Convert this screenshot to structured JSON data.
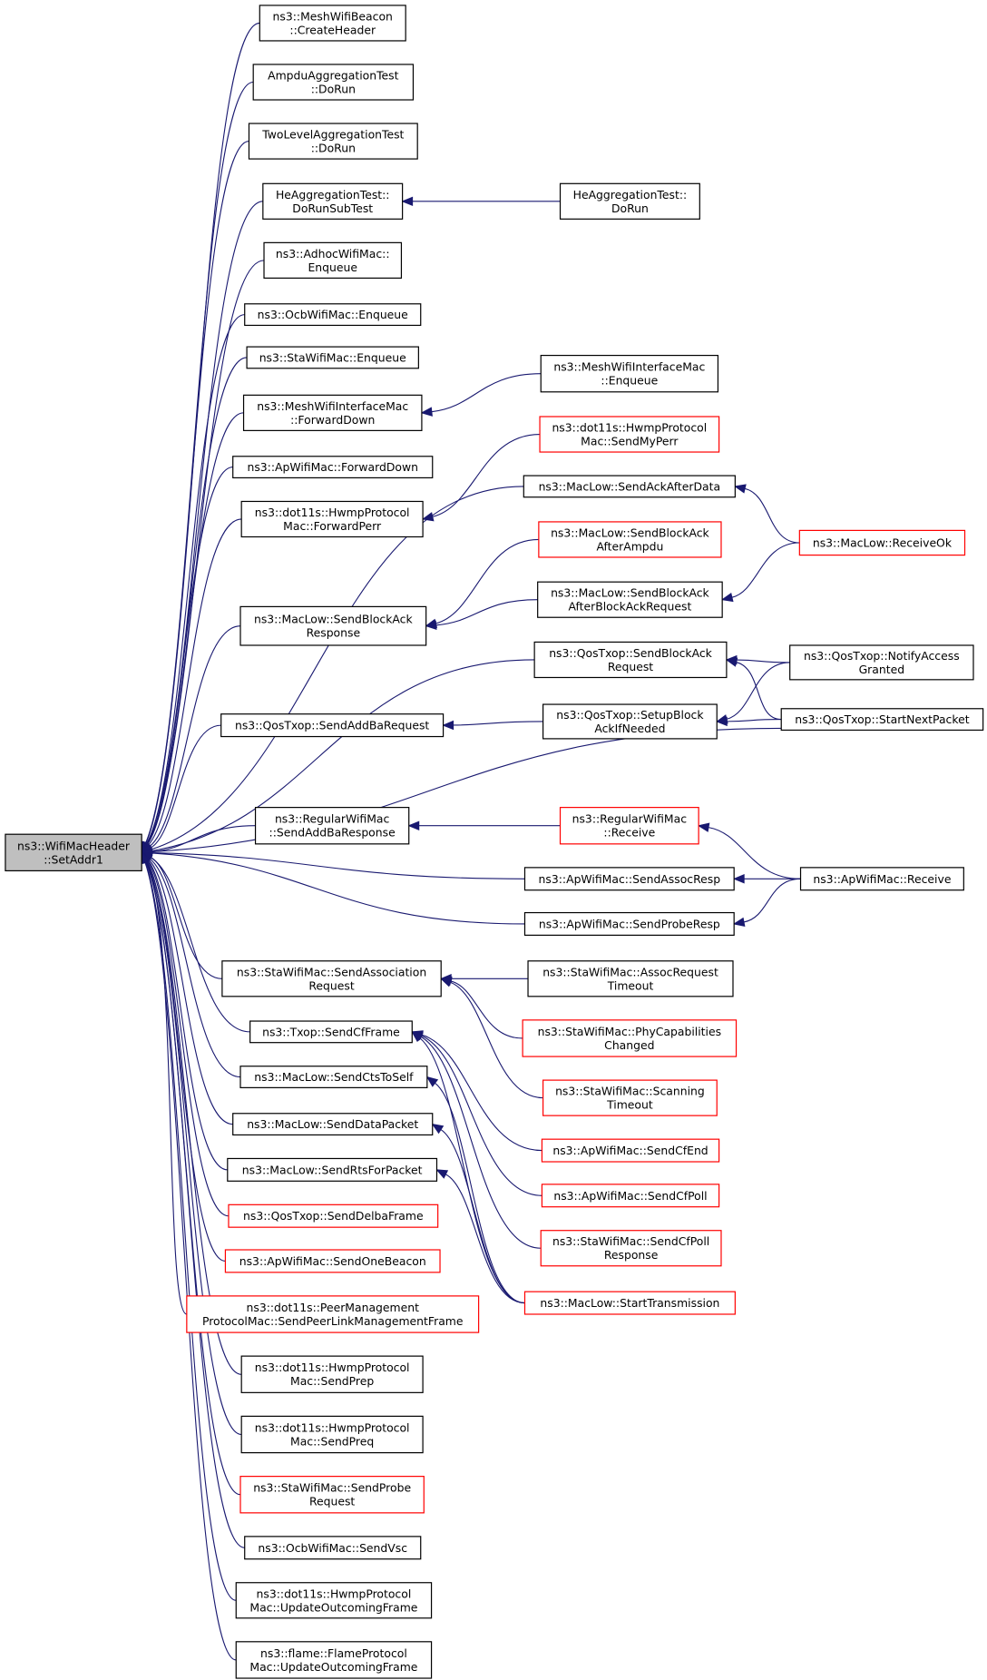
{
  "diagram": {
    "root": {
      "label": [
        "ns3::WifiMacHeader",
        "::SetAddr1"
      ]
    },
    "nodes": [
      {
        "id": "mwb_create",
        "label": [
          "ns3::MeshWifiBeacon",
          "::CreateHeader"
        ],
        "border": "black"
      },
      {
        "id": "ampdu_dorun",
        "label": [
          "AmpduAggregationTest",
          "::DoRun"
        ],
        "border": "black"
      },
      {
        "id": "twolevel_dorun",
        "label": [
          "TwoLevelAggregationTest",
          "::DoRun"
        ],
        "border": "black"
      },
      {
        "id": "he_subtest",
        "label": [
          "HeAggregationTest::",
          "DoRunSubTest"
        ],
        "border": "black"
      },
      {
        "id": "he_dorun",
        "label": [
          "HeAggregationTest::",
          "DoRun"
        ],
        "border": "black"
      },
      {
        "id": "adhoc_enqueue",
        "label": [
          "ns3::AdhocWifiMac::",
          "Enqueue"
        ],
        "border": "black"
      },
      {
        "id": "ocb_enqueue",
        "label": [
          "ns3::OcbWifiMac::Enqueue"
        ],
        "border": "black"
      },
      {
        "id": "sta_enqueue",
        "label": [
          "ns3::StaWifiMac::Enqueue"
        ],
        "border": "black"
      },
      {
        "id": "meshif_fwddown",
        "label": [
          "ns3::MeshWifiInterfaceMac",
          "::ForwardDown"
        ],
        "border": "black"
      },
      {
        "id": "meshif_enqueue",
        "label": [
          "ns3::MeshWifiInterfaceMac",
          "::Enqueue"
        ],
        "border": "black"
      },
      {
        "id": "ap_fwddown",
        "label": [
          "ns3::ApWifiMac::ForwardDown"
        ],
        "border": "black"
      },
      {
        "id": "hwmp_fwdperr",
        "label": [
          "ns3::dot11s::HwmpProtocol",
          "Mac::ForwardPerr"
        ],
        "border": "black"
      },
      {
        "id": "hwmp_sendmyperr",
        "label": [
          "ns3::dot11s::HwmpProtocol",
          "Mac::SendMyPerr"
        ],
        "border": "red"
      },
      {
        "id": "maclow_sendackafterdata",
        "label": [
          "ns3::MacLow::SendAckAfterData"
        ],
        "border": "black"
      },
      {
        "id": "maclow_receiveok",
        "label": [
          "ns3::MacLow::ReceiveOk"
        ],
        "border": "red"
      },
      {
        "id": "maclow_sendbar_ampdu",
        "label": [
          "ns3::MacLow::SendBlockAck",
          "AfterAmpdu"
        ],
        "border": "red"
      },
      {
        "id": "maclow_sendbaresp",
        "label": [
          "ns3::MacLow::SendBlockAck",
          "Response"
        ],
        "border": "black"
      },
      {
        "id": "maclow_sendba_afterbar",
        "label": [
          "ns3::MacLow::SendBlockAck",
          "AfterBlockAckRequest"
        ],
        "border": "black"
      },
      {
        "id": "qos_sendbar",
        "label": [
          "ns3::QosTxop::SendBlockAck",
          "Request"
        ],
        "border": "black"
      },
      {
        "id": "qos_notifyaccess",
        "label": [
          "ns3::QosTxop::NotifyAccess",
          "Granted"
        ],
        "border": "black"
      },
      {
        "id": "qos_sendaddba",
        "label": [
          "ns3::QosTxop::SendAddBaRequest"
        ],
        "border": "black"
      },
      {
        "id": "qos_setupblockack",
        "label": [
          "ns3::QosTxop::SetupBlock",
          "AckIfNeeded"
        ],
        "border": "black"
      },
      {
        "id": "qos_startnext",
        "label": [
          "ns3::QosTxop::StartNextPacket"
        ],
        "border": "black"
      },
      {
        "id": "reg_sendaddbaresp",
        "label": [
          "ns3::RegularWifiMac",
          "::SendAddBaResponse"
        ],
        "border": "black"
      },
      {
        "id": "reg_receive",
        "label": [
          "ns3::RegularWifiMac",
          "::Receive"
        ],
        "border": "red"
      },
      {
        "id": "ap_sendassocresp",
        "label": [
          "ns3::ApWifiMac::SendAssocResp"
        ],
        "border": "black"
      },
      {
        "id": "ap_receive",
        "label": [
          "ns3::ApWifiMac::Receive"
        ],
        "border": "black"
      },
      {
        "id": "ap_sendproberesp",
        "label": [
          "ns3::ApWifiMac::SendProbeResp"
        ],
        "border": "black"
      },
      {
        "id": "sta_sendassocreq",
        "label": [
          "ns3::StaWifiMac::SendAssociation",
          "Request"
        ],
        "border": "black"
      },
      {
        "id": "sta_assocreqtimeout",
        "label": [
          "ns3::StaWifiMac::AssocRequest",
          "Timeout"
        ],
        "border": "black"
      },
      {
        "id": "sta_phycapchanged",
        "label": [
          "ns3::StaWifiMac::PhyCapabilities",
          "Changed"
        ],
        "border": "red"
      },
      {
        "id": "sta_scantimeout",
        "label": [
          "ns3::StaWifiMac::Scanning",
          "Timeout"
        ],
        "border": "red"
      },
      {
        "id": "txop_sendcf",
        "label": [
          "ns3::Txop::SendCfFrame"
        ],
        "border": "black"
      },
      {
        "id": "ap_sendcfend",
        "label": [
          "ns3::ApWifiMac::SendCfEnd"
        ],
        "border": "red"
      },
      {
        "id": "ap_sendcfpoll",
        "label": [
          "ns3::ApWifiMac::SendCfPoll"
        ],
        "border": "red"
      },
      {
        "id": "sta_sendcfpollresp",
        "label": [
          "ns3::StaWifiMac::SendCfPoll",
          "Response"
        ],
        "border": "red"
      },
      {
        "id": "maclow_sendcts",
        "label": [
          "ns3::MacLow::SendCtsToSelf"
        ],
        "border": "black"
      },
      {
        "id": "maclow_senddata",
        "label": [
          "ns3::MacLow::SendDataPacket"
        ],
        "border": "black"
      },
      {
        "id": "maclow_sendrts",
        "label": [
          "ns3::MacLow::SendRtsForPacket"
        ],
        "border": "black"
      },
      {
        "id": "maclow_starttx",
        "label": [
          "ns3::MacLow::StartTransmission"
        ],
        "border": "red"
      },
      {
        "id": "qos_senddelba",
        "label": [
          "ns3::QosTxop::SendDelbaFrame"
        ],
        "border": "red"
      },
      {
        "id": "ap_sendonebeacon",
        "label": [
          "ns3::ApWifiMac::SendOneBeacon"
        ],
        "border": "red"
      },
      {
        "id": "peer_sendlinkmgmt",
        "label": [
          "ns3::dot11s::PeerManagement",
          "ProtocolMac::SendPeerLinkManagementFrame"
        ],
        "border": "red"
      },
      {
        "id": "hwmp_sendprep",
        "label": [
          "ns3::dot11s::HwmpProtocol",
          "Mac::SendPrep"
        ],
        "border": "black"
      },
      {
        "id": "hwmp_sendpreq",
        "label": [
          "ns3::dot11s::HwmpProtocol",
          "Mac::SendPreq"
        ],
        "border": "black"
      },
      {
        "id": "sta_sendprobereq",
        "label": [
          "ns3::StaWifiMac::SendProbe",
          "Request"
        ],
        "border": "red"
      },
      {
        "id": "ocb_sendvsc",
        "label": [
          "ns3::OcbWifiMac::SendVsc"
        ],
        "border": "black"
      },
      {
        "id": "hwmp_updateout",
        "label": [
          "ns3::dot11s::HwmpProtocol",
          "Mac::UpdateOutcomingFrame"
        ],
        "border": "black"
      },
      {
        "id": "flame_updateout",
        "label": [
          "ns3::flame::FlameProtocol",
          "Mac::UpdateOutcomingFrame"
        ],
        "border": "black"
      }
    ],
    "edges": [
      [
        "mwb_create",
        "root"
      ],
      [
        "ampdu_dorun",
        "root"
      ],
      [
        "twolevel_dorun",
        "root"
      ],
      [
        "he_subtest",
        "root"
      ],
      [
        "adhoc_enqueue",
        "root"
      ],
      [
        "ocb_enqueue",
        "root"
      ],
      [
        "sta_enqueue",
        "root"
      ],
      [
        "meshif_fwddown",
        "root"
      ],
      [
        "ap_fwddown",
        "root"
      ],
      [
        "hwmp_fwdperr",
        "root"
      ],
      [
        "maclow_sendackafterdata",
        "root"
      ],
      [
        "maclow_sendbaresp",
        "root"
      ],
      [
        "qos_sendbar",
        "root"
      ],
      [
        "qos_sendaddba",
        "root"
      ],
      [
        "qos_startnext",
        "root"
      ],
      [
        "reg_sendaddbaresp",
        "root"
      ],
      [
        "ap_sendassocresp",
        "root"
      ],
      [
        "ap_sendproberesp",
        "root"
      ],
      [
        "sta_sendassocreq",
        "root"
      ],
      [
        "txop_sendcf",
        "root"
      ],
      [
        "maclow_sendcts",
        "root"
      ],
      [
        "maclow_senddata",
        "root"
      ],
      [
        "maclow_sendrts",
        "root"
      ],
      [
        "qos_senddelba",
        "root"
      ],
      [
        "ap_sendonebeacon",
        "root"
      ],
      [
        "peer_sendlinkmgmt",
        "root"
      ],
      [
        "hwmp_sendprep",
        "root"
      ],
      [
        "hwmp_sendpreq",
        "root"
      ],
      [
        "sta_sendprobereq",
        "root"
      ],
      [
        "ocb_sendvsc",
        "root"
      ],
      [
        "hwmp_updateout",
        "root"
      ],
      [
        "flame_updateout",
        "root"
      ],
      [
        "he_dorun",
        "he_subtest"
      ],
      [
        "meshif_enqueue",
        "meshif_fwddown"
      ],
      [
        "hwmp_sendmyperr",
        "hwmp_fwdperr"
      ],
      [
        "maclow_sendbar_ampdu",
        "maclow_sendbaresp"
      ],
      [
        "maclow_sendba_afterbar",
        "maclow_sendbaresp"
      ],
      [
        "maclow_receiveok",
        "maclow_sendackafterdata"
      ],
      [
        "maclow_receiveok",
        "maclow_sendba_afterbar"
      ],
      [
        "qos_notifyaccess",
        "qos_sendbar"
      ],
      [
        "qos_startnext",
        "qos_sendbar"
      ],
      [
        "qos_setupblockack",
        "qos_sendaddba"
      ],
      [
        "qos_notifyaccess",
        "qos_setupblockack"
      ],
      [
        "qos_startnext",
        "qos_setupblockack"
      ],
      [
        "reg_receive",
        "reg_sendaddbaresp"
      ],
      [
        "ap_receive",
        "reg_receive"
      ],
      [
        "ap_receive",
        "ap_sendassocresp"
      ],
      [
        "ap_receive",
        "ap_sendproberesp"
      ],
      [
        "sta_assocreqtimeout",
        "sta_sendassocreq"
      ],
      [
        "sta_phycapchanged",
        "sta_sendassocreq"
      ],
      [
        "sta_scantimeout",
        "sta_sendassocreq"
      ],
      [
        "ap_sendcfend",
        "txop_sendcf"
      ],
      [
        "ap_sendcfpoll",
        "txop_sendcf"
      ],
      [
        "sta_sendcfpollresp",
        "txop_sendcf"
      ],
      [
        "maclow_starttx",
        "txop_sendcf"
      ],
      [
        "maclow_starttx",
        "maclow_sendcts"
      ],
      [
        "maclow_starttx",
        "maclow_senddata"
      ],
      [
        "maclow_starttx",
        "maclow_sendrts"
      ]
    ],
    "colors": {
      "edge": "#191970",
      "normal_border": "#000000",
      "truncated_border": "#ff0000",
      "root_fill": "#bfbfbf"
    }
  }
}
